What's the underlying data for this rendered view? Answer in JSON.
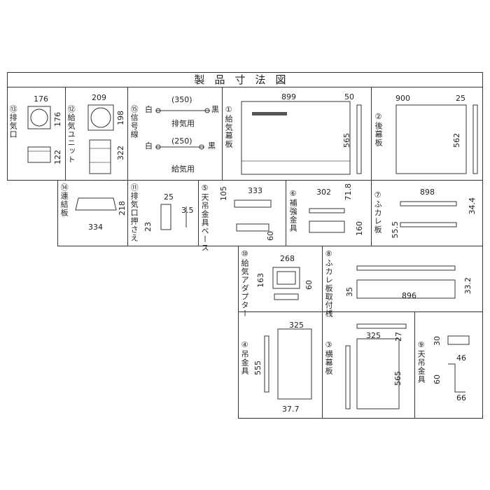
{
  "title": "製品寸法図",
  "parts": {
    "p13": {
      "label": "⑬排気口",
      "dims": [
        "176",
        "176",
        "122"
      ]
    },
    "p12": {
      "label": "⑫給気ユニット",
      "dims": [
        "209",
        "198",
        "322"
      ]
    },
    "p15": {
      "label": "⑮信号線",
      "dims": [
        "(350)",
        "排気用",
        "(250)",
        "給気用",
        "白",
        "黒",
        "白",
        "黒"
      ]
    },
    "p1": {
      "label": "①給気幕板",
      "dims": [
        "899",
        "50",
        "565"
      ]
    },
    "p2": {
      "label": "②後幕板",
      "dims": [
        "900",
        "25",
        "562"
      ]
    },
    "p14": {
      "label": "⑭連結板",
      "dims": [
        "218",
        "334"
      ]
    },
    "p11": {
      "label": "⑪排気口押さえ",
      "dims": [
        "25",
        "3.5",
        "23"
      ]
    },
    "p5": {
      "label": "⑤天吊金具ベース",
      "dims": [
        "333",
        "105",
        "60"
      ]
    },
    "p6": {
      "label": "⑥補強金具",
      "dims": [
        "302",
        "71.8",
        "160"
      ]
    },
    "p7": {
      "label": "⑦ふカレ板",
      "dims": [
        "898",
        "34.4",
        "55.5"
      ]
    },
    "p10": {
      "label": "⑩給気アダプター",
      "dims": [
        "268",
        "163",
        "60"
      ]
    },
    "p8": {
      "label": "⑧ふカレ板取付桟",
      "dims": [
        "896",
        "35",
        "33.2"
      ]
    },
    "p4": {
      "label": "④吊金具",
      "dims": [
        "325",
        "555",
        "37.7"
      ]
    },
    "p3": {
      "label": "③横幕板",
      "dims": [
        "325",
        "27",
        "565"
      ]
    },
    "p9": {
      "label": "⑨天吊金具",
      "dims": [
        "30",
        "46",
        "60",
        "66"
      ]
    }
  }
}
